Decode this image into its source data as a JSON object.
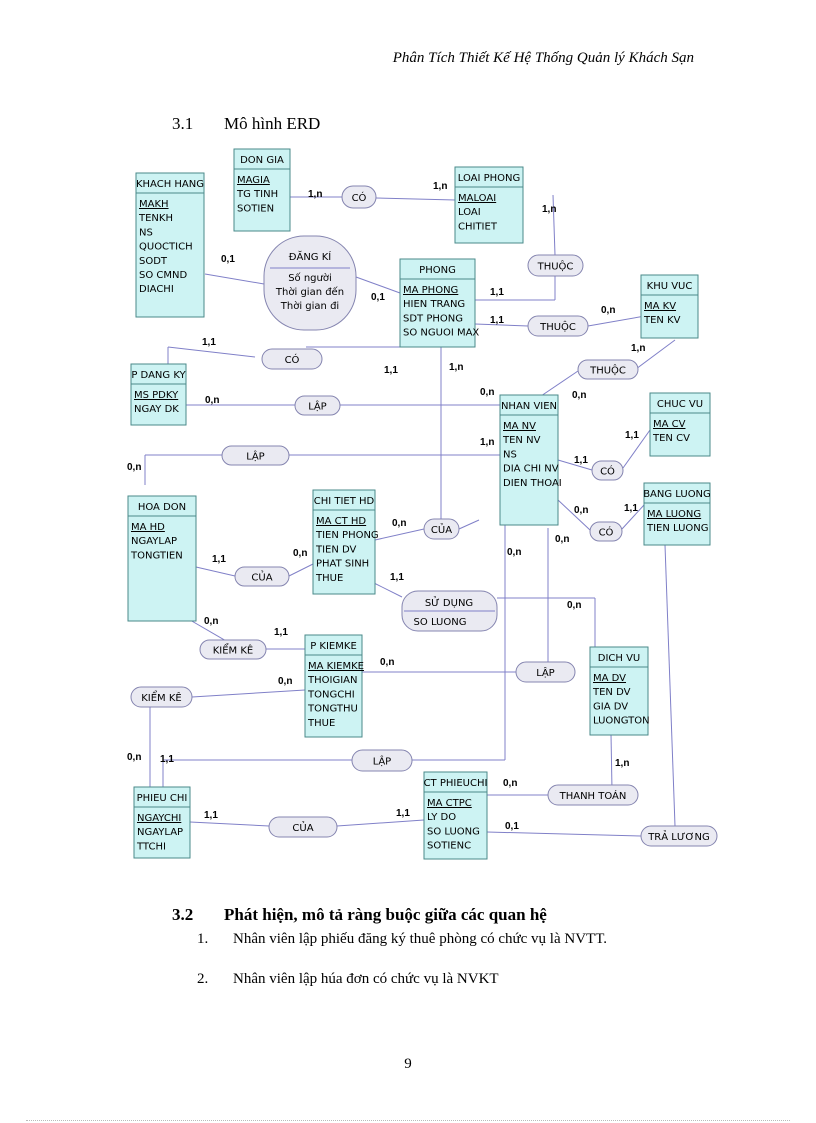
{
  "header": {
    "running_title": "Phân Tích Thiết Kế Hệ Thống Quản lý Khách Sạn"
  },
  "sections": [
    {
      "number": "3.1",
      "title": "Mô hình ERD"
    },
    {
      "number": "3.2",
      "title": "Phát hiện, mô tả ràng buộc giữa các quan hệ"
    }
  ],
  "list_items": [
    {
      "number": "1.",
      "text": "Nhân viên lập phiếu đăng ký thuê phòng có chức vụ là NVTT."
    },
    {
      "number": "2.",
      "text": "Nhân viên lập húa đơn có chức vụ là NVKT"
    }
  ],
  "page_number": "9",
  "erd": {
    "entities": [
      {
        "id": "khachhang",
        "title": "KHACH HANG",
        "attrs": [
          "MAKH",
          "TENKH",
          "NS",
          "QUOCTICH",
          "SODT",
          "SO CMND",
          "DIACHI"
        ],
        "key_count": 1
      },
      {
        "id": "dongia",
        "title": "DON GIA",
        "attrs": [
          "MAGIA",
          "TG TINH",
          "SOTIEN"
        ],
        "key_count": 1
      },
      {
        "id": "loaiphong",
        "title": "LOAI PHONG",
        "attrs": [
          "MALOAI",
          "LOAI",
          "CHITIET"
        ],
        "key_count": 1
      },
      {
        "id": "phong",
        "title": "PHONG",
        "attrs": [
          "MA PHONG",
          "HIEN TRANG",
          "SDT PHONG",
          "SO NGUOI MAX"
        ],
        "key_count": 1
      },
      {
        "id": "khuvuc",
        "title": "KHU VUC",
        "attrs": [
          "MA KV",
          "TEN KV"
        ],
        "key_count": 1
      },
      {
        "id": "pdangky",
        "title": "P DANG KY",
        "attrs": [
          "MS PDKY",
          "NGAY DK"
        ],
        "key_count": 1
      },
      {
        "id": "nhanvien",
        "title": "NHAN VIEN",
        "attrs": [
          "MA NV",
          "TEN NV",
          "NS",
          "DIA CHI NV",
          "DIEN THOAI"
        ],
        "key_count": 1
      },
      {
        "id": "chucvu",
        "title": "CHUC VU",
        "attrs": [
          "MA CV",
          "TEN CV"
        ],
        "key_count": 1
      },
      {
        "id": "hoadon",
        "title": "HOA DON",
        "attrs": [
          "MA HD",
          "NGAYLAP",
          "TONGTIEN"
        ],
        "key_count": 1
      },
      {
        "id": "chitiethd",
        "title": "CHI TIET HD",
        "attrs": [
          "MA CT HD",
          "TIEN PHONG",
          "TIEN DV",
          "PHAT SINH",
          "THUE"
        ],
        "key_count": 1
      },
      {
        "id": "bangluong",
        "title": "BANG LUONG",
        "attrs": [
          "MA LUONG",
          "TIEN LUONG"
        ],
        "key_count": 1
      },
      {
        "id": "pkiemke",
        "title": "P KIEMKE",
        "attrs": [
          "MA KIEMKE",
          "THOIGIAN",
          "TONGCHI",
          "TONGTHU",
          "THUE"
        ],
        "key_count": 1
      },
      {
        "id": "dichvu",
        "title": "DICH VU",
        "attrs": [
          "MA DV",
          "TEN DV",
          "GIA DV",
          "LUONGTON"
        ],
        "key_count": 1
      },
      {
        "id": "phieuchi",
        "title": "PHIEU CHI",
        "attrs": [
          "NGAYCHI",
          "NGAYLAP",
          "TTCHI"
        ],
        "key_count": 1
      },
      {
        "id": "ctphieuchi",
        "title": "CT PHIEUCHI",
        "attrs": [
          "MA CTPC",
          "LY DO",
          "SO LUONG",
          "SOTIENC"
        ],
        "key_count": 1
      }
    ],
    "relationships": [
      {
        "id": "co_dongia",
        "label": "CÓ"
      },
      {
        "id": "thuoc_loai",
        "label": "THUỘC"
      },
      {
        "id": "thuoc_kv",
        "label": "THUỘC"
      },
      {
        "id": "thuoc_nv",
        "label": "THUỘC"
      },
      {
        "id": "co_pdk",
        "label": "CÓ"
      },
      {
        "id": "lap_pdk",
        "label": "LẬP"
      },
      {
        "id": "lap_hd",
        "label": "LẬP"
      },
      {
        "id": "co_cv",
        "label": "CÓ"
      },
      {
        "id": "co_luong",
        "label": "CÓ"
      },
      {
        "id": "cua_phong",
        "label": "CỦA"
      },
      {
        "id": "cua_hd",
        "label": "CỦA"
      },
      {
        "id": "kiemke1",
        "label": "KIỂM KÊ"
      },
      {
        "id": "kiemke2",
        "label": "KIỂM KÊ"
      },
      {
        "id": "lap_kiemke",
        "label": "LẬP"
      },
      {
        "id": "lap_pc",
        "label": "LẬP"
      },
      {
        "id": "thanhtoan",
        "label": "THANH TOÁN"
      },
      {
        "id": "cua_pc",
        "label": "CỦA"
      },
      {
        "id": "traluong",
        "label": "TRẢ LƯƠNG"
      }
    ],
    "dangki": {
      "title": "ĐĂNG KÍ",
      "attrs": [
        "Số người",
        "Thời gian đến",
        "Thời gian đi"
      ]
    },
    "sudung": {
      "title": "SỬ DỤNG",
      "attrs": [
        "SO LUONG"
      ]
    },
    "cardinalities": [
      "0,1",
      "0,1",
      "1,n",
      "1,n",
      "1,n",
      "1,1",
      "1,1",
      "0,n",
      "1,n",
      "1,1",
      "1,1",
      "1,n",
      "0,n",
      "0,n",
      "0,n",
      "1,n",
      "1,1",
      "0,n",
      "1,1",
      "1,1",
      "0,n",
      "0,n",
      "1,1",
      "0,n",
      "1,1",
      "0,n",
      "0,n",
      "0,n",
      "0,n",
      "1,1",
      "0,n",
      "0,n",
      "0,n",
      "1,1",
      "1,1",
      "1,1",
      "0,n",
      "1,n",
      "0,1"
    ],
    "colors": {
      "entity_fill": "#cdf3f3",
      "entity_stroke": "#4a8a8a",
      "relationship_fill": "#eaeaf2",
      "line": "#8080c8"
    }
  }
}
